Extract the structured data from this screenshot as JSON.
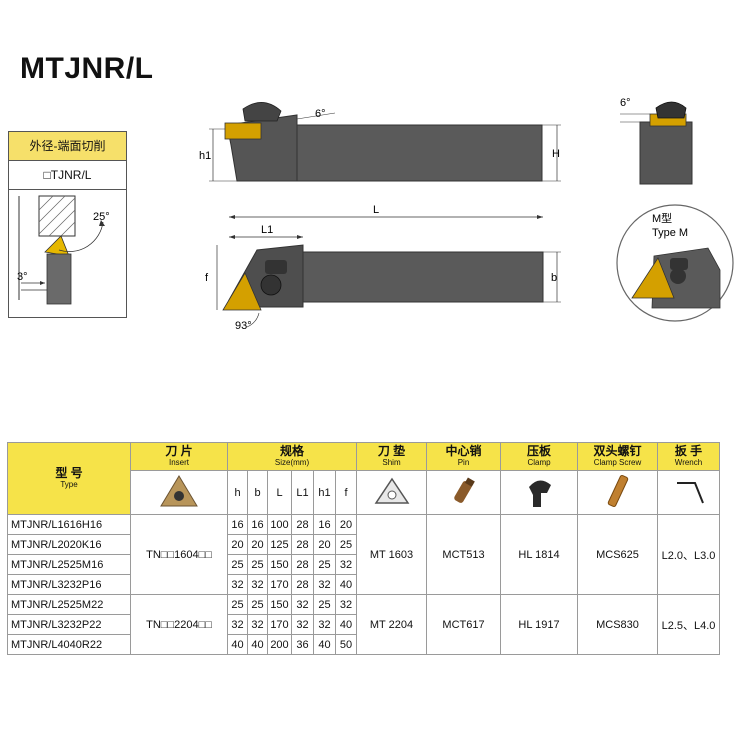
{
  "title": "MTJNR/L",
  "info_box": {
    "heading": "外径-端面切削",
    "type_label": "□TJNR/L",
    "angle_top": "25°",
    "angle_side": "3°"
  },
  "drawing": {
    "angle_6": "6°",
    "angle_93": "93°",
    "label_h1": "h1",
    "label_H": "H",
    "label_L": "L",
    "label_L1": "L1",
    "label_f": "f",
    "label_b": "b",
    "side_angle": "6°",
    "detail_cn": "M型",
    "detail_en": "Type M"
  },
  "colors": {
    "header_yellow": "#f6e349",
    "insert_gold": "#d4a000",
    "body_gray": "#5a5a5a"
  },
  "table": {
    "headers": {
      "type": {
        "cn": "型 号",
        "en": "Type"
      },
      "insert": {
        "cn": "刀 片",
        "en": "Insert"
      },
      "size": {
        "cn": "规格",
        "en": "Size(mm)"
      },
      "shim": {
        "cn": "刀 垫",
        "en": "Shim"
      },
      "pin": {
        "cn": "中心销",
        "en": "Pin"
      },
      "clamp": {
        "cn": "压板",
        "en": "Clamp"
      },
      "screw": {
        "cn": "双头螺钉",
        "en": "Clamp Screw"
      },
      "wrench": {
        "cn": "扳 手",
        "en": "Wrench"
      }
    },
    "dim_headers": [
      "h",
      "b",
      "L",
      "L1",
      "h1",
      "f"
    ],
    "groups": [
      {
        "insert": "TN□□1604□□",
        "shim": "MT 1603",
        "pin": "MCT513",
        "clamp": "HL 1814",
        "screw": "MCS625",
        "wrench": "L2.0、L3.0",
        "rows": [
          {
            "type": "MTJNR/L1616H16",
            "dims": [
              "16",
              "16",
              "100",
              "28",
              "16",
              "20"
            ]
          },
          {
            "type": "MTJNR/L2020K16",
            "dims": [
              "20",
              "20",
              "125",
              "28",
              "20",
              "25"
            ]
          },
          {
            "type": "MTJNR/L2525M16",
            "dims": [
              "25",
              "25",
              "150",
              "28",
              "25",
              "32"
            ]
          },
          {
            "type": "MTJNR/L3232P16",
            "dims": [
              "32",
              "32",
              "170",
              "28",
              "32",
              "40"
            ]
          }
        ]
      },
      {
        "insert": "TN□□2204□□",
        "shim": "MT 2204",
        "pin": "MCT617",
        "clamp": "HL 1917",
        "screw": "MCS830",
        "wrench": "L2.5、L4.0",
        "rows": [
          {
            "type": "MTJNR/L2525M22",
            "dims": [
              "25",
              "25",
              "150",
              "32",
              "25",
              "32"
            ]
          },
          {
            "type": "MTJNR/L3232P22",
            "dims": [
              "32",
              "32",
              "170",
              "32",
              "32",
              "40"
            ]
          },
          {
            "type": "MTJNR/L4040R22",
            "dims": [
              "40",
              "40",
              "200",
              "36",
              "40",
              "50"
            ]
          }
        ]
      }
    ]
  }
}
